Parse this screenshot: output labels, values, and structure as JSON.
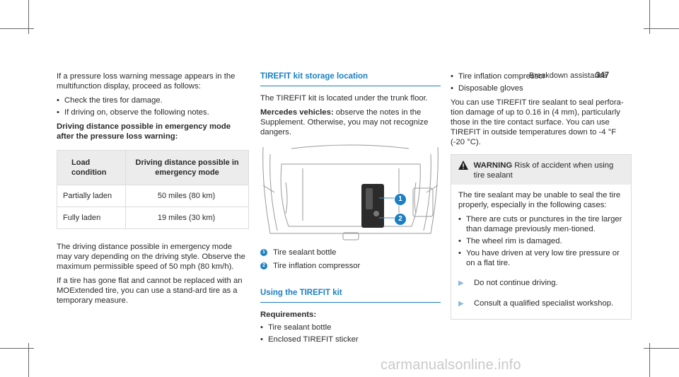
{
  "header": {
    "title": "Breakdown assistance",
    "page": "347"
  },
  "col1": {
    "intro": "If a pressure loss warning message appears in the multifunction display, proceed as follows:",
    "bullets": [
      "Check the tires for damage.",
      "If driving on, observe the following notes."
    ],
    "subheading": "Driving distance possible in emergency mode after the pressure loss warning:",
    "table": {
      "headers": [
        "Load condition",
        "Driving distance possible in emergency mode"
      ],
      "rows": [
        [
          "Partially laden",
          "50 miles (80 km)"
        ],
        [
          "Fully laden",
          "19 miles (30 km)"
        ]
      ]
    },
    "para1": "The driving distance possible in emergency mode may vary depending on the driving style. Observe the maximum permissible speed of 50 mph (80 km/h).",
    "para2": "If a tire has gone flat and cannot be replaced with an MOExtended tire, you can use a stand-ard tire as a temporary measure."
  },
  "col2": {
    "section1_title": "TIREFIT kit storage location",
    "section1_text": "The TIREFIT kit is located under the trunk floor.",
    "note_label": "Mercedes vehicles:",
    "note_text": " observe the notes in the Supplement. Otherwise, you may not recognize dangers.",
    "legend": [
      {
        "num": "1",
        "label": "Tire sealant bottle"
      },
      {
        "num": "2",
        "label": "Tire inflation compressor"
      }
    ],
    "section2_title": "Using the TIREFIT kit",
    "req_heading": "Requirements:",
    "req_bullets": [
      "Tire sealant bottle",
      "Enclosed TIREFIT sticker"
    ]
  },
  "col3": {
    "bullets": [
      "Tire inflation compressor",
      "Disposable gloves"
    ],
    "para": "You can use TIREFIT tire sealant to seal perfora-tion damage of up to 0.16 in (4 mm), particularly those in the tire contact surface. You can use TIREFIT in outside temperatures down to -4 °F (-20 °C).",
    "warning": {
      "label": "WARNING",
      "title": " Risk of accident when using tire sealant",
      "text": "The tire sealant may be unable to seal the tire properly, especially in the following cases:",
      "bullets": [
        "There are cuts or punctures in the tire larger than damage previously men-tioned.",
        "The wheel rim is damaged.",
        "You have driven at very low tire pressure or on a flat tire."
      ],
      "actions": [
        "Do not continue driving.",
        "Consult a qualified specialist workshop."
      ]
    }
  },
  "watermark": "carmanualsonline.info"
}
